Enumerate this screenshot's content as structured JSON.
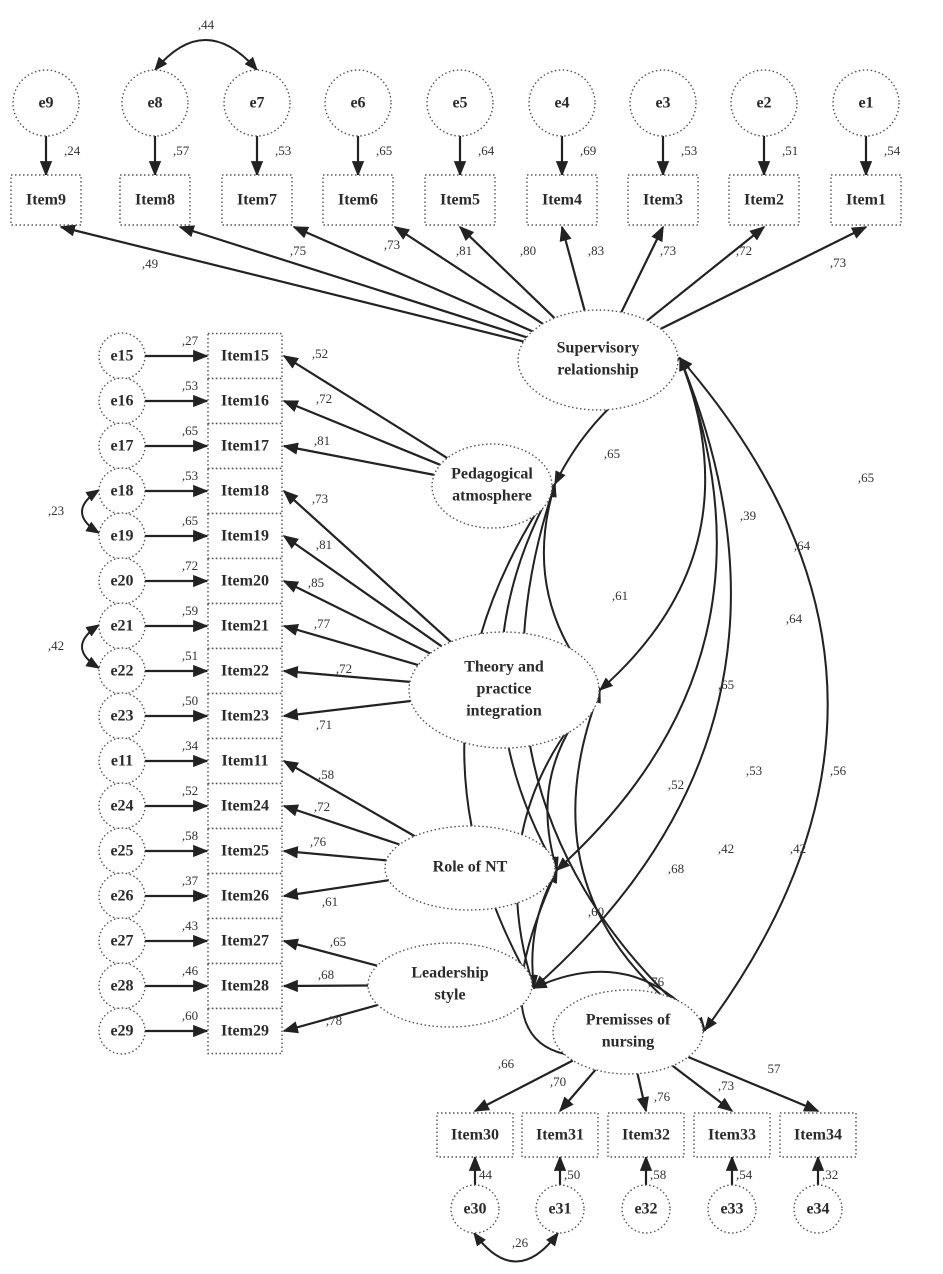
{
  "diagram": {
    "type": "structural-equation-model",
    "colors": {
      "ink": "#222222",
      "outline": "#555555",
      "background": "#ffffff"
    },
    "latent_factors": [
      {
        "id": "SR",
        "label": "Supervisory relationship",
        "lines": [
          "Supervisory",
          "relationship"
        ]
      },
      {
        "id": "PA",
        "label": "Pedagogical atmosphere",
        "lines": [
          "Pedagogical",
          "atmosphere"
        ]
      },
      {
        "id": "TP",
        "label": "Theory and practice integration",
        "lines": [
          "Theory and",
          "practice",
          "integration"
        ]
      },
      {
        "id": "RN",
        "label": "Role of NT",
        "lines": [
          "Role of NT"
        ]
      },
      {
        "id": "LS",
        "label": "Leadership style",
        "lines": [
          "Leadership",
          "style"
        ]
      },
      {
        "id": "PN",
        "label": "Premisses of nursing",
        "lines": [
          "Premisses of",
          "nursing"
        ]
      }
    ],
    "items": [
      {
        "id": "Item9",
        "label": "Item9",
        "factor": "SR",
        "loading": ",49",
        "error": "e9",
        "error_value": ",24"
      },
      {
        "id": "Item8",
        "label": "Item8",
        "factor": "SR",
        "loading": ",75",
        "error": "e8",
        "error_value": ",57"
      },
      {
        "id": "Item7",
        "label": "Item7",
        "factor": "SR",
        "loading": ",73",
        "error": "e7",
        "error_value": ",53"
      },
      {
        "id": "Item6",
        "label": "Item6",
        "factor": "SR",
        "loading": ",81",
        "error": "e6",
        "error_value": ",65"
      },
      {
        "id": "Item5",
        "label": "Item5",
        "factor": "SR",
        "loading": ",80",
        "error": "e5",
        "error_value": ",64"
      },
      {
        "id": "Item4",
        "label": "Item4",
        "factor": "SR",
        "loading": ",83",
        "error": "e4",
        "error_value": ",69"
      },
      {
        "id": "Item3",
        "label": "Item3",
        "factor": "SR",
        "loading": ",73",
        "error": "e3",
        "error_value": ",53"
      },
      {
        "id": "Item2",
        "label": "Item2",
        "factor": "SR",
        "loading": ",72",
        "error": "e2",
        "error_value": ",51"
      },
      {
        "id": "Item1",
        "label": "Item1",
        "factor": "SR",
        "loading": ",73",
        "error": "e1",
        "error_value": ",54"
      },
      {
        "id": "Item15",
        "label": "Item15",
        "factor": "PA",
        "loading": ",52",
        "error": "e15",
        "error_value": ",27"
      },
      {
        "id": "Item16",
        "label": "Item16",
        "factor": "PA",
        "loading": ",72",
        "error": "e16",
        "error_value": ",53"
      },
      {
        "id": "Item17",
        "label": "Item17",
        "factor": "PA",
        "loading": ",81",
        "error": "e17",
        "error_value": ",65"
      },
      {
        "id": "Item18",
        "label": "Item18",
        "factor": "TP",
        "loading": ",73",
        "error": "e18",
        "error_value": ",53"
      },
      {
        "id": "Item19",
        "label": "Item19",
        "factor": "TP",
        "loading": ",81",
        "error": "e19",
        "error_value": ",65"
      },
      {
        "id": "Item20",
        "label": "Item20",
        "factor": "TP",
        "loading": ",85",
        "error": "e20",
        "error_value": ",72"
      },
      {
        "id": "Item21",
        "label": "Item21",
        "factor": "TP",
        "loading": ",77",
        "error": "e21",
        "error_value": ",59"
      },
      {
        "id": "Item22",
        "label": "Item22",
        "factor": "TP",
        "loading": ",72",
        "error": "e22",
        "error_value": ",51"
      },
      {
        "id": "Item23",
        "label": "Item23",
        "factor": "TP",
        "loading": ",71",
        "error": "e23",
        "error_value": ",50"
      },
      {
        "id": "Item11",
        "label": "Item11",
        "factor": "RN",
        "loading": ",58",
        "error": "e11",
        "error_value": ",34"
      },
      {
        "id": "Item24",
        "label": "Item24",
        "factor": "RN",
        "loading": ",72",
        "error": "e24",
        "error_value": ",52"
      },
      {
        "id": "Item25",
        "label": "Item25",
        "factor": "RN",
        "loading": ",76",
        "error": "e25",
        "error_value": ",58"
      },
      {
        "id": "Item26",
        "label": "Item26",
        "factor": "RN",
        "loading": ",61",
        "error": "e26",
        "error_value": ",37"
      },
      {
        "id": "Item27",
        "label": "Item27",
        "factor": "LS",
        "loading": ",65",
        "error": "e27",
        "error_value": ",43"
      },
      {
        "id": "Item28",
        "label": "Item28",
        "factor": "LS",
        "loading": ",68",
        "error": "e28",
        "error_value": ",46"
      },
      {
        "id": "Item29",
        "label": "Item29",
        "factor": "LS",
        "loading": ",78",
        "error": "e29",
        "error_value": ",60"
      },
      {
        "id": "Item30",
        "label": "Item30",
        "factor": "PN",
        "loading": ",66",
        "error": "e30",
        "error_value": "44"
      },
      {
        "id": "Item31",
        "label": "Item31",
        "factor": "PN",
        "loading": ",70",
        "error": "e31",
        "error_value": ",50"
      },
      {
        "id": "Item32",
        "label": "Item32",
        "factor": "PN",
        "loading": ",76",
        "error": "e32",
        "error_value": ",58"
      },
      {
        "id": "Item33",
        "label": "Item33",
        "factor": "PN",
        "loading": ",73",
        "error": "e33",
        "error_value": ",54"
      },
      {
        "id": "Item34",
        "label": "Item34",
        "factor": "PN",
        "loading": "57",
        "error": "e34",
        "error_value": ",32"
      }
    ],
    "error_covariances": [
      {
        "from": "e8",
        "to": "e7",
        "value": ",44"
      },
      {
        "from": "e18",
        "to": "e19",
        "value": ",23"
      },
      {
        "from": "e21",
        "to": "e22",
        "value": ",42"
      },
      {
        "from": "e30",
        "to": "e31",
        "value": ",26"
      }
    ],
    "factor_correlations": [
      {
        "from": "PA",
        "to": "SR",
        "value": ",65"
      },
      {
        "from": "TP",
        "to": "SR",
        "value": ",39"
      },
      {
        "from": "RN",
        "to": "SR",
        "value": ",64"
      },
      {
        "from": "LS",
        "to": "SR",
        "value": ",64"
      },
      {
        "from": "PN",
        "to": "SR",
        "value": ",65"
      },
      {
        "from": "PA",
        "to": "TP",
        "value": ",61"
      },
      {
        "from": "PA",
        "to": "RN",
        "value": ",65"
      },
      {
        "from": "PA",
        "to": "LS",
        "value": ",53"
      },
      {
        "from": "PA",
        "to": "PN",
        "value": ",56"
      },
      {
        "from": "TP",
        "to": "RN",
        "value": ",52"
      },
      {
        "from": "TP",
        "to": "LS",
        "value": ",42"
      },
      {
        "from": "TP",
        "to": "PN",
        "value": ",42"
      },
      {
        "from": "RN",
        "to": "LS",
        "value": ",60"
      },
      {
        "from": "RN",
        "to": "PN",
        "value": ",68"
      },
      {
        "from": "LS",
        "to": "PN",
        "value": ",76"
      }
    ]
  }
}
